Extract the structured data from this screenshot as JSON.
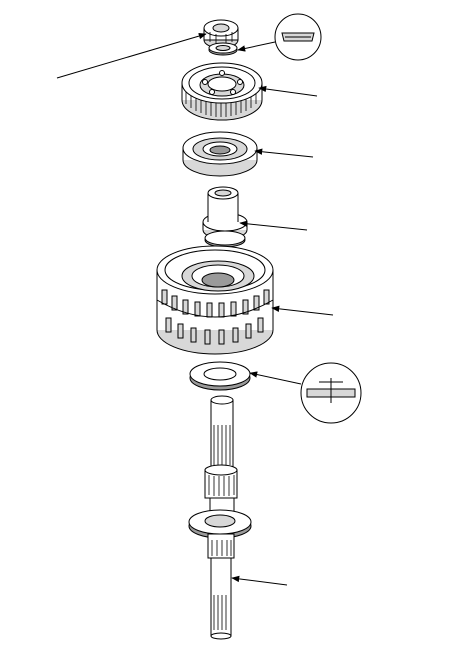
{
  "diagram": {
    "type": "exploded-parts-view",
    "labels": [],
    "callouts": [
      "leader-nut",
      "leader-spacer-detail",
      "leader-gear",
      "leader-bearing",
      "leader-sleeve",
      "leader-clutch-drum",
      "leader-thrust-washer",
      "leader-shaft"
    ],
    "details": [
      "detail-circle-upper",
      "detail-circle-lower"
    ]
  }
}
